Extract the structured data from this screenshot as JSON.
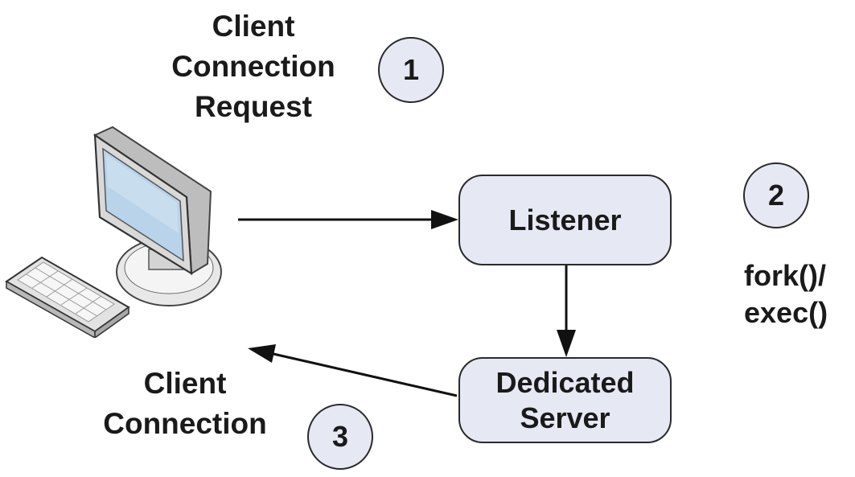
{
  "labels": {
    "step1": [
      "Client",
      "Connection",
      "Request"
    ],
    "step2": [
      "fork()/",
      "exec()"
    ],
    "step3": [
      "Client",
      "Connection"
    ]
  },
  "circles": {
    "one": "1",
    "two": "2",
    "three": "3"
  },
  "boxes": {
    "listener": [
      "Listener"
    ],
    "server": [
      "Dedicated",
      "Server"
    ]
  },
  "colors": {
    "fill": "#e6e8f3",
    "stroke": "#2a2a2a",
    "text": "#1a1a1a"
  },
  "icons": {
    "computer": "desktop-computer-icon"
  }
}
